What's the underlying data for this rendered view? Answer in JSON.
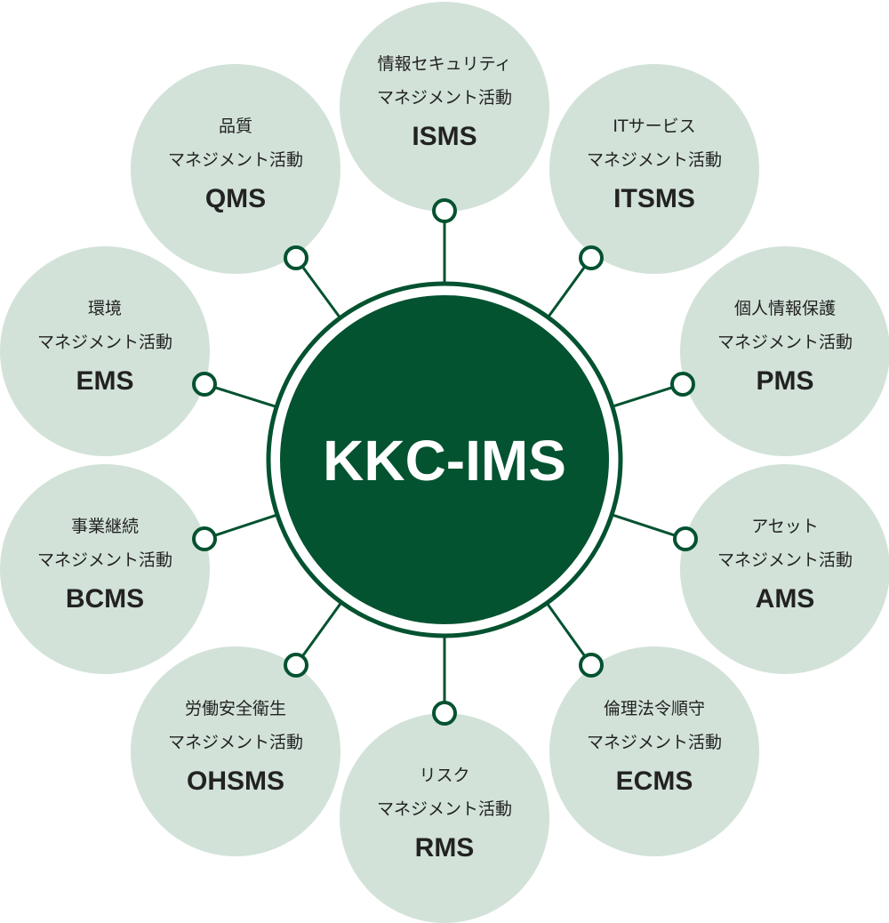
{
  "colors": {
    "dark_green": "#035230",
    "light_green": "#d2e2d8",
    "white": "#ffffff"
  },
  "center": {
    "label": "KKC-IMS"
  },
  "systems": [
    {
      "line1": "情報セキュリティ",
      "line2": "マネジメント活動",
      "abbr": "ISMS"
    },
    {
      "line1": "ITサービス",
      "line2": "マネジメント活動",
      "abbr": "ITSMS"
    },
    {
      "line1": "個人情報保護",
      "line2": "マネジメント活動",
      "abbr": "PMS"
    },
    {
      "line1": "アセット",
      "line2": "マネジメント活動",
      "abbr": "AMS"
    },
    {
      "line1": "倫理法令順守",
      "line2": "マネジメント活動",
      "abbr": "ECMS"
    },
    {
      "line1": "リスク",
      "line2": "マネジメント活動",
      "abbr": "RMS"
    },
    {
      "line1": "労働安全衛生",
      "line2": "マネジメント活動",
      "abbr": "OHSMS"
    },
    {
      "line1": "事業継続",
      "line2": "マネジメント活動",
      "abbr": "BCMS"
    },
    {
      "line1": "環境",
      "line2": "マネジメント活動",
      "abbr": "EMS"
    },
    {
      "line1": "品質",
      "line2": "マネジメント活動",
      "abbr": "QMS"
    }
  ]
}
